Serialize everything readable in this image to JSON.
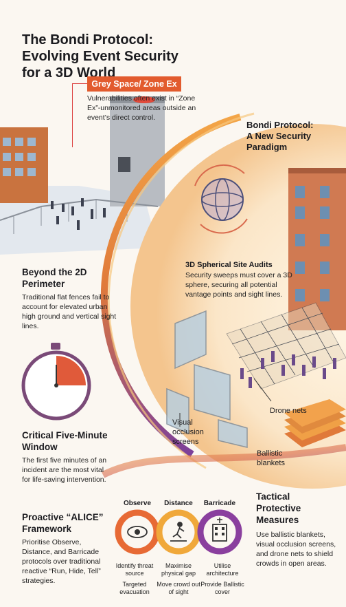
{
  "title": {
    "line1": "The Bondi Protocol:",
    "line2": "Evolving Event Security",
    "line3": "for a 3D World"
  },
  "grey_space": {
    "badge": "Grey Space/ Zone Ex",
    "text": "Vulnerabilities often exist in “Zone Ex”-unmonitored areas outside an event’s direct control."
  },
  "bondi_paradigm": {
    "line1": "Bondi Protocol:",
    "line2": "A New Security",
    "line3": "Paradigm"
  },
  "beyond_2d": {
    "title": "Beyond the 2D Perimeter",
    "body": "Traditional flat fences fail to account for elevated urban high ground and vertical sight lines."
  },
  "spherical_audits": {
    "title": "3D Spherical Site Audits",
    "body": "Security sweeps must cover a 3D sphere, securing all potential vantage points and sight lines."
  },
  "five_minute": {
    "title": "Critical Five-Minute Window",
    "body": "The first five minutes of an incident are the most vital for life-saving intervention."
  },
  "alice": {
    "title": "Proactive “ALICE” Framework",
    "body": "Prioritise Observe, Distance, and Barricade protocols over traditional reactive “Run, Hide, Tell” strategies.",
    "steps": [
      {
        "head": "Observe",
        "sub1": "Identify threat source",
        "sub2": "Targeted evacuation"
      },
      {
        "head": "Distance",
        "sub1": "Maximise physical gap",
        "sub2": "Move crowd out of sight"
      },
      {
        "head": "Barricade",
        "sub1": "Utilise architecture",
        "sub2": "Provide Ballistic cover"
      }
    ]
  },
  "tactical": {
    "title": "Tactical Protective Measures",
    "body": "Use ballistic blankets, visual occlusion screens, and drone nets to shield crowds in open areas."
  },
  "labels": {
    "drone": "Drone nets",
    "visual": "Visual occlusion screens",
    "ballistic": "Ballistic blankets"
  },
  "colors": {
    "accent_red": "#e25b2e",
    "orange": "#f0873a",
    "purple": "#7c3f9a"
  }
}
